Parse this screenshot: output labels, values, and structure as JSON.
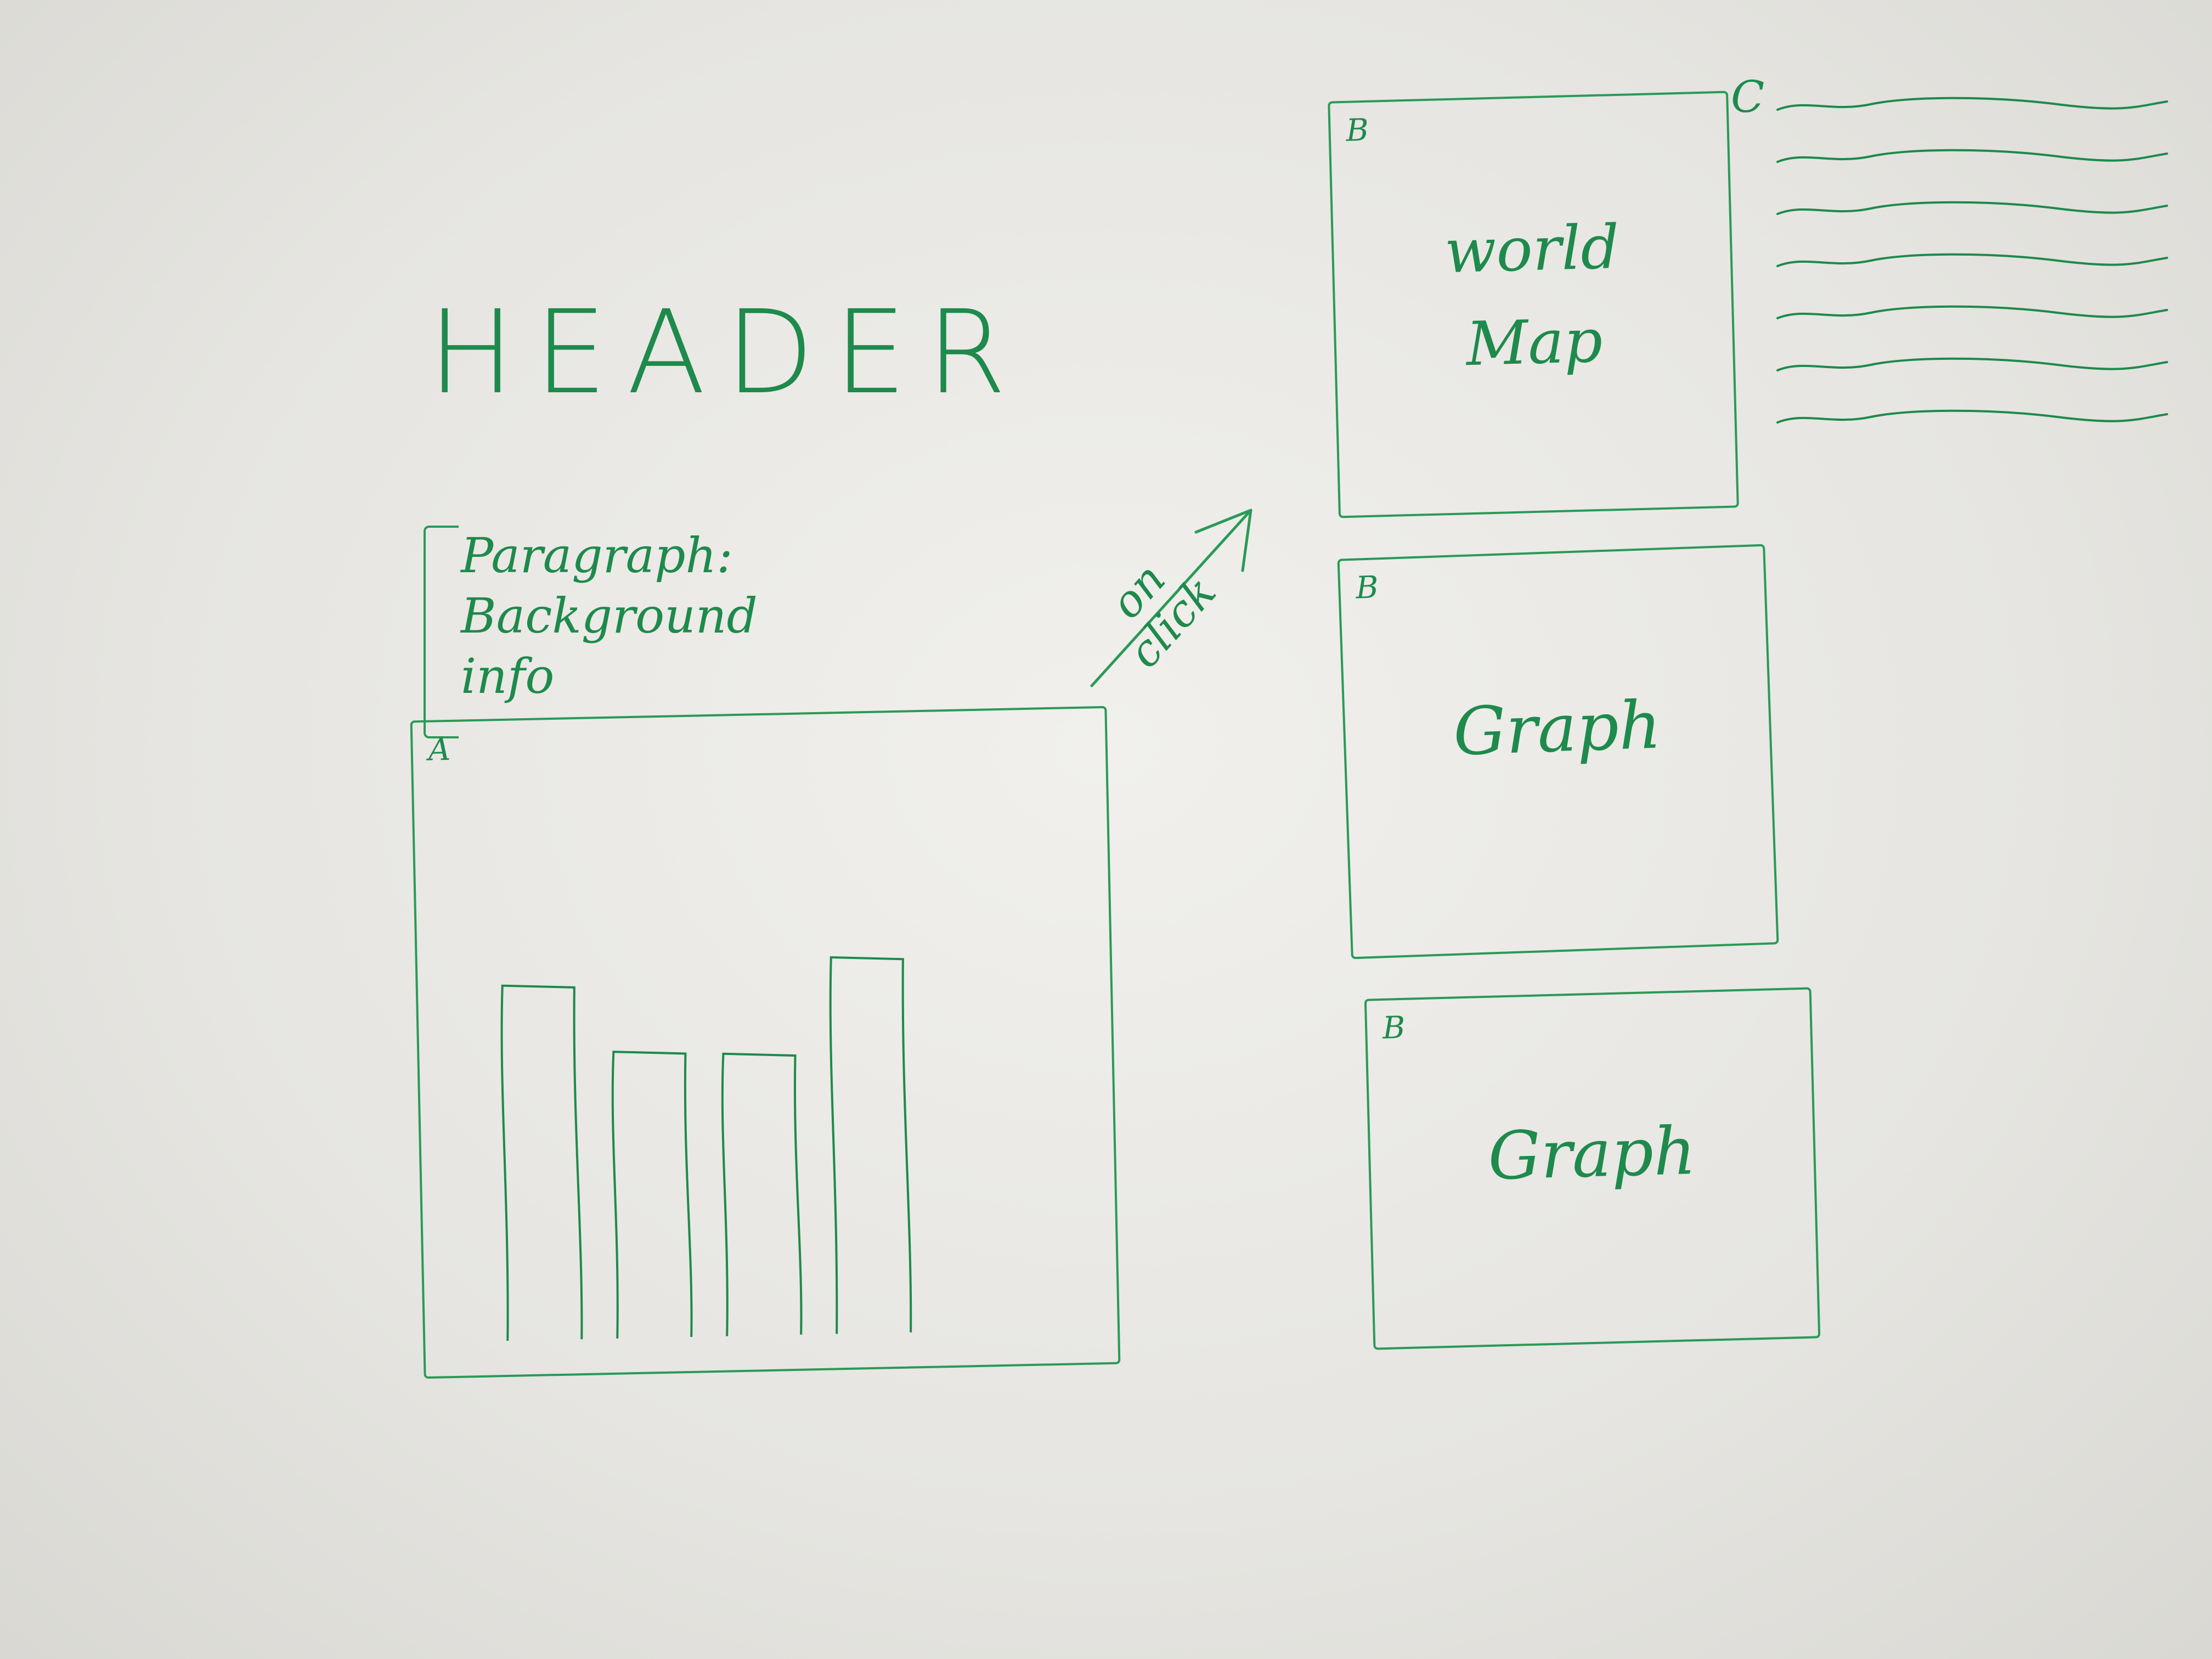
{
  "header": {
    "text": "HEADER"
  },
  "paragraph": {
    "line1": "Paragraph: Background",
    "line2": "info"
  },
  "annotation": {
    "line1": "on",
    "line2": "click"
  },
  "panel_a": {
    "label": "A",
    "bar_count": 4,
    "bar_levels": [
      0.83,
      0.67,
      0.66,
      0.88
    ]
  },
  "panel_map": {
    "label": "B",
    "title_line1": "world",
    "title_line2": "Map"
  },
  "panel_graph1": {
    "label": "B",
    "title": "Graph"
  },
  "panel_graph2": {
    "label": "B",
    "title": "Graph"
  },
  "list_c": {
    "label": "C",
    "line_count": 7
  },
  "colors": {
    "ink": "#1e8a4c",
    "board": "#e9e8e4"
  }
}
